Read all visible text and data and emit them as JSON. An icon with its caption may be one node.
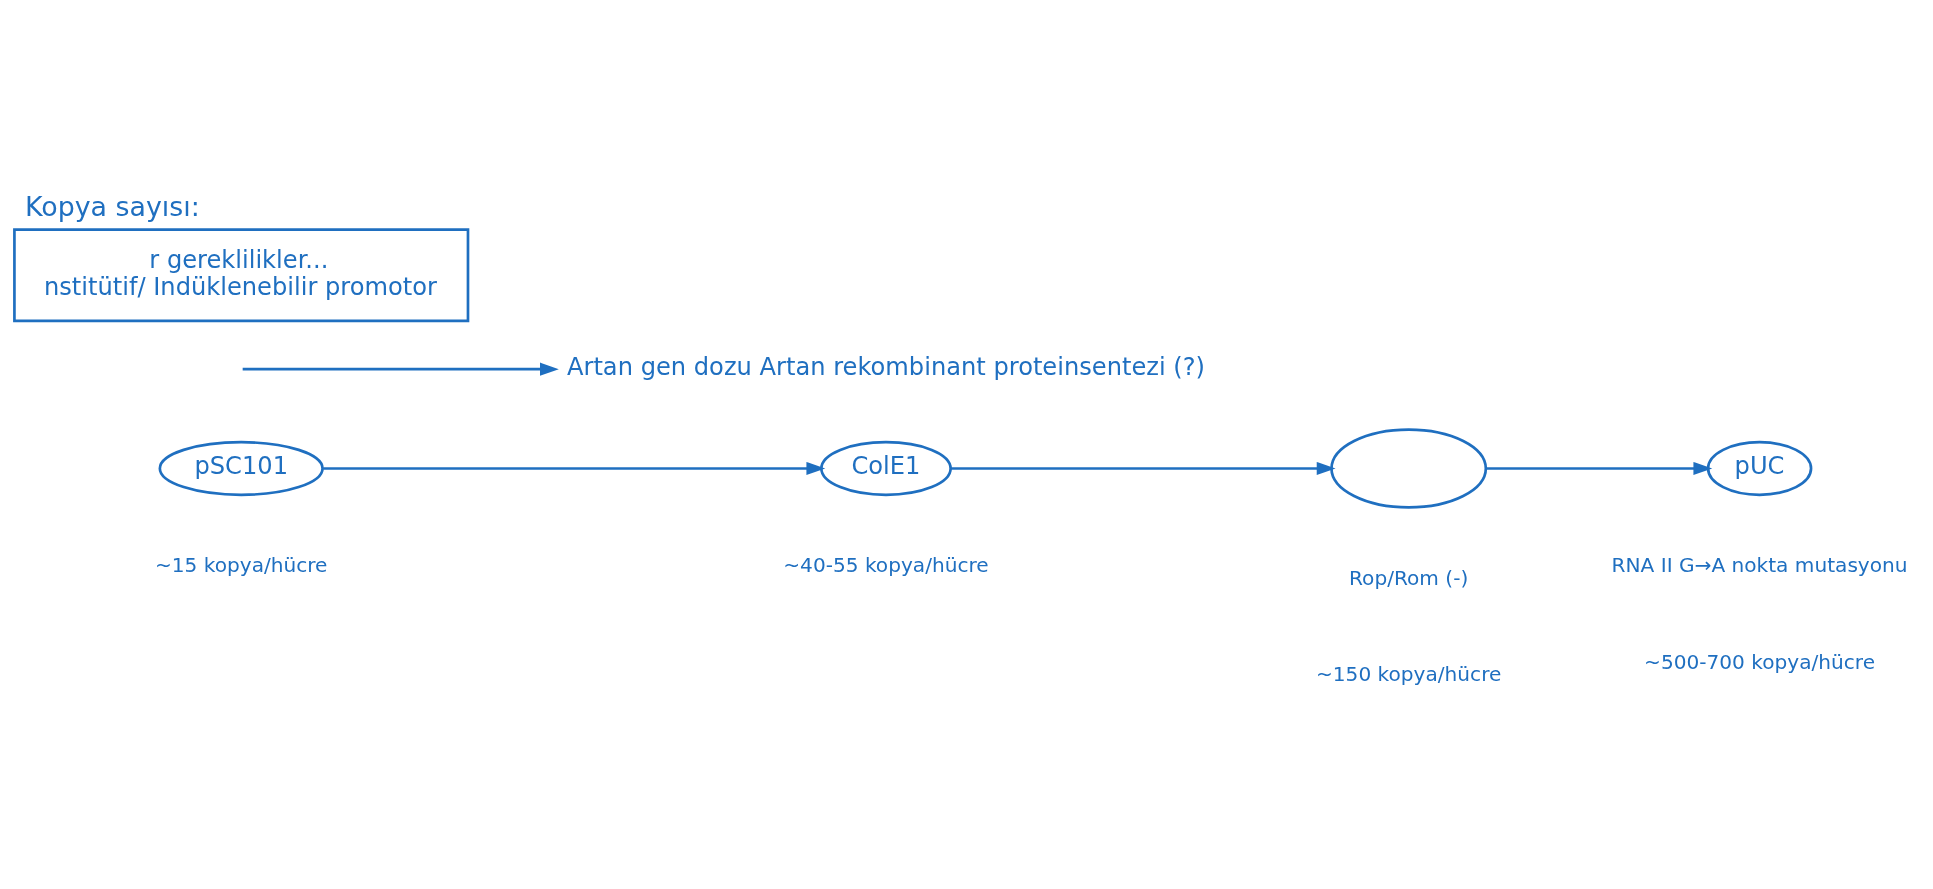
{
  "diagram": {
    "title": "Kopya sayısı:",
    "nodes": [
      {
        "text": [
          "pSC101"
        ],
        "beside": [
          "~15 kopya/hücre"
        ]
      },
      {
        "text": [
          "ColE1"
        ],
        "beside": [
          "~40-55 kopya/hücre"
        ]
      },
      {
        "text": [],
        "shape": "ellipse",
        "beside": [
          "Rop/Rom (-)",
          "~150 kopya/hücre"
        ]
      },
      {
        "text": [
          "pUC"
        ],
        "beside": [
          "RNA II G→A nokta mutasyonu",
          "~500-700 kopya/hücre"
        ]
      },
      {
        "text": [
          "Artan gen dozu Artan rekombinant proteinsentezi (?)"
        ]
      },
      {
        "text": [
          "r gereklilikler...",
          "nstitütif/ Indüklenebilir promotor"
        ]
      }
    ],
    "edges": [
      {
        "from": 0,
        "to": 1,
        "arrow": "to"
      },
      {
        "from": 1,
        "to": 2,
        "arrow": "to"
      },
      {
        "from": 2,
        "to": 3,
        "arrow": "to"
      },
      {
        "from": null,
        "to": 4,
        "arrow": "to"
      }
    ]
  }
}
